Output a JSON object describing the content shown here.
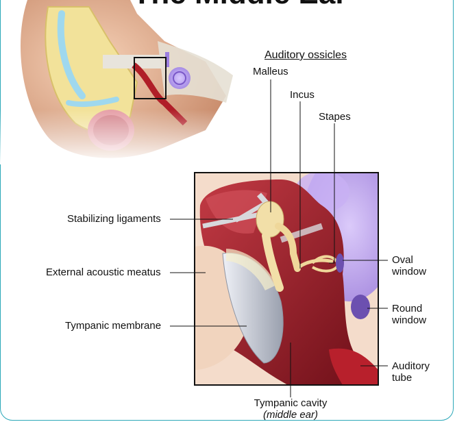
{
  "title": "The Middle Ear",
  "labels": {
    "auditory_ossicles": "Auditory ossicles",
    "malleus": "Malleus",
    "incus": "Incus",
    "stapes": "Stapes",
    "stabilizing_ligaments": "Stabilizing ligaments",
    "external_acoustic_meatus": "External acoustic meatus",
    "tympanic_membrane": "Tympanic membrane",
    "oval_window_1": "Oval",
    "oval_window_2": "window",
    "round_window_1": "Round",
    "round_window_2": "window",
    "auditory_tube_1": "Auditory",
    "auditory_tube_2": "tube",
    "tympanic_cavity_1": "Tympanic cavity",
    "tympanic_cavity_2": "(middle ear)"
  },
  "colors": {
    "frame": "#2aa7b8",
    "skin": "#e8b496",
    "cavity": "#8a1a24",
    "bone": "#f0dca0",
    "cochlea": "#b28ae8",
    "membrane": "#c8ccd6"
  }
}
